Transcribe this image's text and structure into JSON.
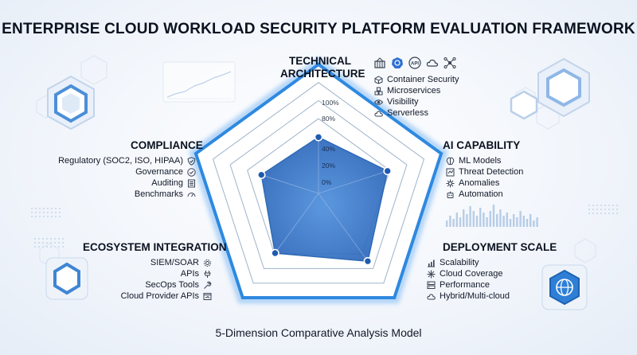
{
  "title": "ENTERPRISE CLOUD WORKLOAD SECURITY PLATFORM EVALUATION FRAMEWORK",
  "caption": "5-Dimension Comparative Analysis Model",
  "colors": {
    "accent": "#2f7fd6",
    "fill": "#3b7fd0",
    "frame": "#2e89e0"
  },
  "radar": {
    "scale_labels": [
      "100%",
      "80%",
      "40%",
      "20%",
      "0%"
    ]
  },
  "dimensions": {
    "technical": {
      "title": "TECHNICAL ARCHITECTURE",
      "title_line1": "TECHNICAL",
      "title_line2": "ARCHITECTURE",
      "top_icons": [
        "container-icon",
        "kubernetes-icon",
        "api-icon",
        "cloud-icon",
        "network-icon"
      ],
      "items": [
        {
          "label": "Container Security",
          "icon": "containers-icon"
        },
        {
          "label": "Microservices",
          "icon": "microservices-icon"
        },
        {
          "label": "Visibility",
          "icon": "eye-icon"
        },
        {
          "label": "Serverless",
          "icon": "cloud-icon"
        }
      ]
    },
    "ai": {
      "title": "AI CAPABILITY",
      "items": [
        {
          "label": "ML Models",
          "icon": "brain-icon"
        },
        {
          "label": "Threat Detection",
          "icon": "threat-icon"
        },
        {
          "label": "Anomalies",
          "icon": "anomaly-icon"
        },
        {
          "label": "Automation",
          "icon": "robot-icon"
        }
      ]
    },
    "deployment": {
      "title": "DEPLOYMENT SCALE",
      "items": [
        {
          "label": "Scalability",
          "icon": "chart-icon"
        },
        {
          "label": "Cloud Coverage",
          "icon": "hub-icon"
        },
        {
          "label": "Performance",
          "icon": "server-icon"
        },
        {
          "label": "Hybrid/Multi-cloud",
          "icon": "hybrid-cloud-icon"
        }
      ]
    },
    "ecosystem": {
      "title": "ECOSYSTEM INTEGRATION",
      "items": [
        {
          "label": "SIEM/SOAR",
          "icon": "gear-icon"
        },
        {
          "label": "APIs",
          "icon": "plug-icon"
        },
        {
          "label": "SecOps Tools",
          "icon": "tools-icon"
        },
        {
          "label": "Cloud Provider APIs",
          "icon": "window-icon"
        }
      ]
    },
    "compliance": {
      "title": "COMPLIANCE",
      "items": [
        {
          "label": "Regulatory (SOC2, ISO, HIPAA)",
          "icon": "shield-icon"
        },
        {
          "label": "Governance",
          "icon": "check-badge-icon"
        },
        {
          "label": "Auditing",
          "icon": "checklist-icon"
        },
        {
          "label": "Benchmarks",
          "icon": "gauge-icon"
        }
      ]
    }
  }
}
